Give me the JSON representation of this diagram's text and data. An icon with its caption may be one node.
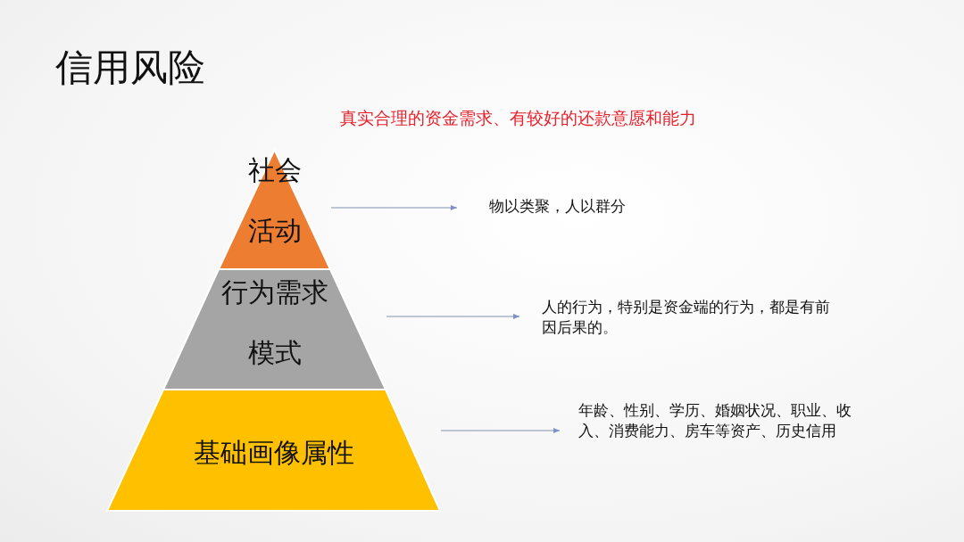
{
  "diagram": {
    "title": "信用风险",
    "nodes": [
      {
        "text": [
          "社会活动"
        ]
      },
      {
        "text": [
          "行为需求模式"
        ]
      },
      {
        "text": [
          "基础画像属性"
        ]
      },
      {
        "text": [
          "物以类聚，人以群分"
        ]
      },
      {
        "text": [
          "人的行为，特别是资金端的行为，都是有前因后果的。"
        ]
      },
      {
        "text": [
          "年龄、性别、学历、婚姻状况、职业、收入、消费能力、房车等资产、历史信用"
        ]
      }
    ],
    "edges": [
      {
        "from": 0,
        "to": 3,
        "arrow": "to"
      },
      {
        "from": 1,
        "to": 4,
        "arrow": "to"
      },
      {
        "from": 2,
        "to": 5,
        "arrow": "to"
      }
    ],
    "labels": [
      "真实合理的资金需求、有较好的还款意愿和能力"
    ]
  }
}
